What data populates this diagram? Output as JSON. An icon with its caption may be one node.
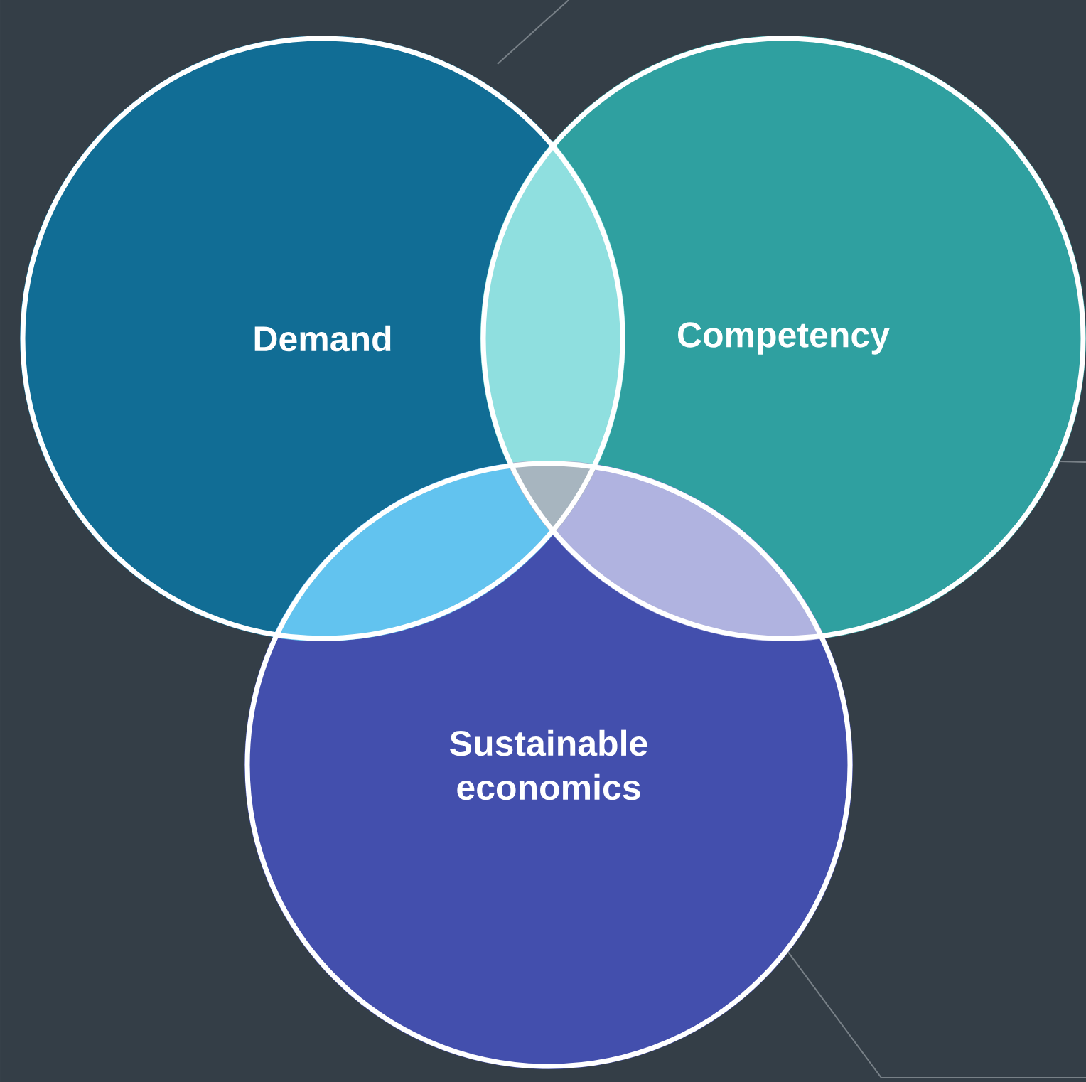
{
  "diagram": {
    "nodes": [
      {
        "text": [
          "Demand"
        ]
      },
      {
        "text": [
          "Competency"
        ]
      },
      {
        "text": [
          "Sustainable economics"
        ]
      }
    ],
    "edges": [
      {
        "from": 1,
        "to": null,
        "arrow": "none"
      },
      {
        "from": 2,
        "to": null,
        "arrow": "none"
      }
    ]
  }
}
